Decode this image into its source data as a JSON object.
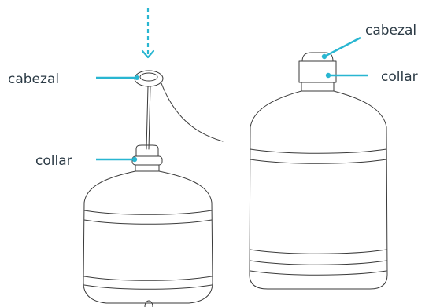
{
  "labels": {
    "left_head": "cabezal",
    "left_collar": "collar",
    "right_head": "cabezal",
    "right_collar": "collar"
  },
  "colors": {
    "accent": "#29b6d1",
    "line_art": "#3a3a3a",
    "text": "#2b3a45"
  },
  "icons": {
    "insert_arrow": "dashed-down-arrow-icon"
  }
}
